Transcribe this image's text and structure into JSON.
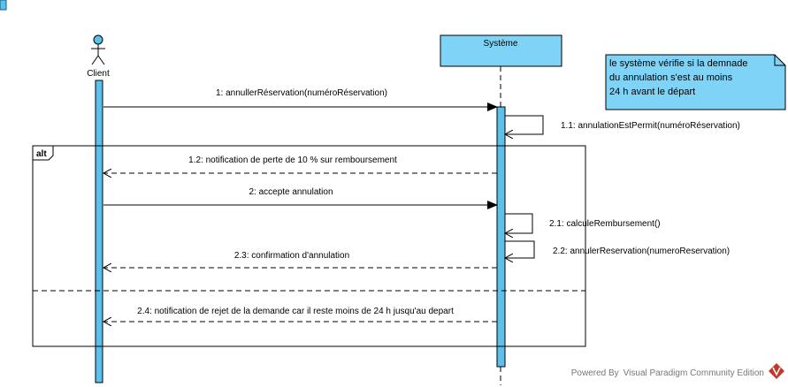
{
  "actor": {
    "name": "Client"
  },
  "system": {
    "name": "Système"
  },
  "messages": [
    {
      "id": "m1",
      "label": "1: annullerRéservation(numéroRéservation)"
    },
    {
      "id": "m11",
      "label": "1.1: annulationEstPermit(numéroRéservation)"
    },
    {
      "id": "m12",
      "label": "1.2: notification de perte de 10 % sur remboursement"
    },
    {
      "id": "m2",
      "label": "2: accepte annulation"
    },
    {
      "id": "m21",
      "label": "2.1: calculeRembursement()"
    },
    {
      "id": "m22",
      "label": "2.2: annulerReservation(numeroReservation)"
    },
    {
      "id": "m23",
      "label": "2.3: confirmation d'annulation"
    },
    {
      "id": "m24",
      "label": "2.4: notification de rejet de la demande car il reste moins de 24 h jusqu'au depart"
    }
  ],
  "fragment": {
    "operator": "alt"
  },
  "note": {
    "lines": [
      "le système vérifie si la demnade",
      "du annulation s'est au moins",
      "24 h avant le départ"
    ]
  },
  "footer": {
    "text": "Powered By Visual Paradigm Community Edition"
  },
  "colors": {
    "lifeline_fill": "#5bc0eb",
    "system_box_fill": "#7fd3f7",
    "note_fill": "#7fd3f7",
    "stroke": "#000000",
    "logo_red": "#c0392b"
  }
}
